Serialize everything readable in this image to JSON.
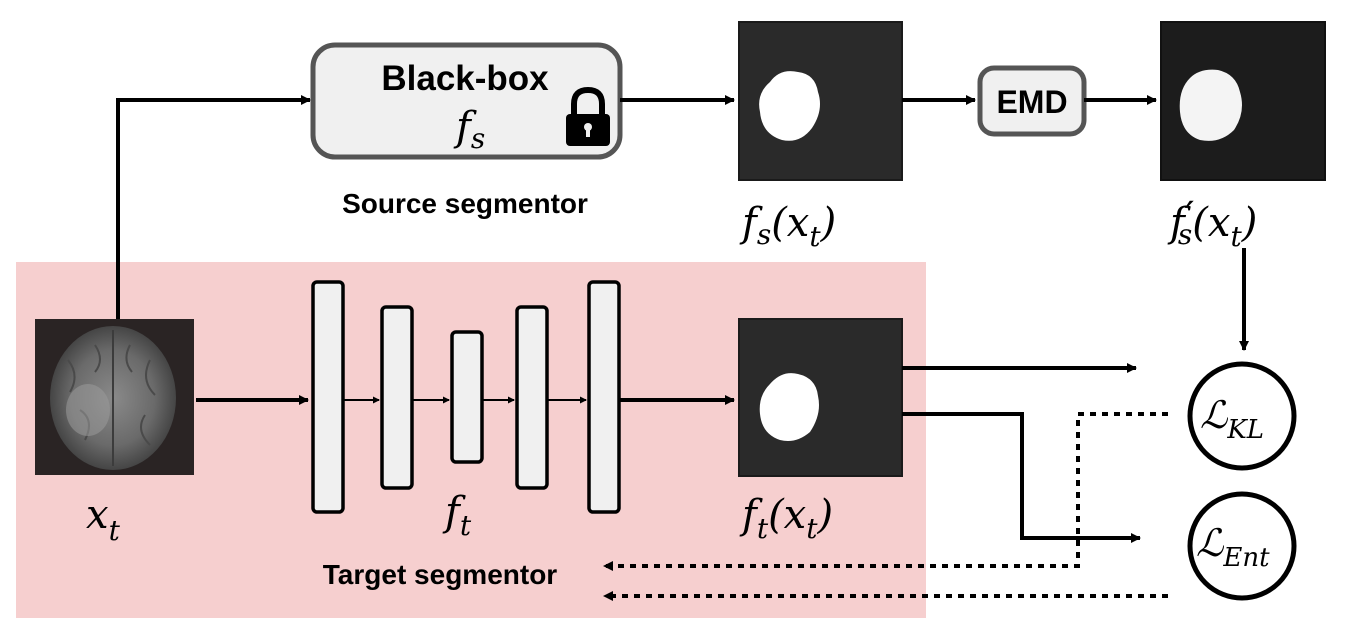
{
  "source": {
    "box_title": "Black-box",
    "box_symbol": "f",
    "box_symbol_sub": "s",
    "caption": "Source segmentor",
    "lock_icon": "lock-icon"
  },
  "emd": {
    "label": "EMD"
  },
  "outputs": {
    "fs": {
      "f": "f",
      "sub": "s",
      "arg": "(x",
      "arg_sub": "t",
      "close": ")"
    },
    "fs_prime": {
      "f": "f",
      "sub": "s",
      "prime": "′",
      "arg": "(x",
      "arg_sub": "t",
      "close": ")"
    },
    "ft": {
      "f": "f",
      "sub": "t",
      "arg": "(x",
      "arg_sub": "t",
      "close": ")"
    }
  },
  "input": {
    "x": "x",
    "sub": "t"
  },
  "target": {
    "caption": "Target segmentor",
    "symbol": "f",
    "symbol_sub": "t"
  },
  "losses": {
    "kl": {
      "symbol": "ℒ",
      "sub": "KL"
    },
    "ent": {
      "symbol": "ℒ",
      "sub": "Ent"
    }
  },
  "colors": {
    "target_bg": "#f6cfcf",
    "box_fill": "#f0f0f0",
    "box_stroke": "#555555",
    "mask_bg": "#2a2a2a",
    "arrow": "#000000"
  }
}
